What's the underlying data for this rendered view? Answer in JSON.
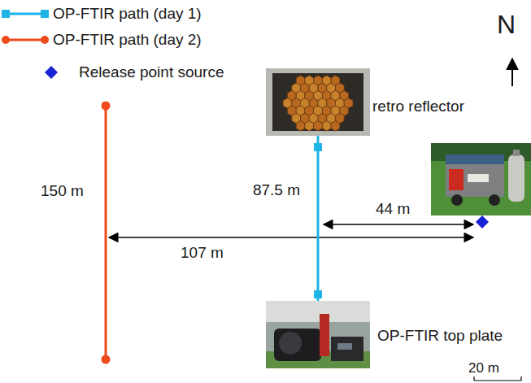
{
  "diagram": {
    "nodes": [
      {
        "text": [
          "retro reflector"
        ]
      },
      {
        "text": [
          "OP-FTIR top plate"
        ]
      }
    ],
    "edges": [
      {
        "from": 0,
        "to": 1,
        "arrow": "none",
        "label": "87.5 m"
      }
    ],
    "labels": [
      "N",
      "150 m",
      "44 m",
      "107 m",
      "20 m"
    ],
    "legend": [
      {
        "text": "OP-FTIR path (day 1)"
      },
      {
        "text": "OP-FTIR path (day 2)"
      },
      {
        "text": "Release point source"
      }
    ]
  }
}
